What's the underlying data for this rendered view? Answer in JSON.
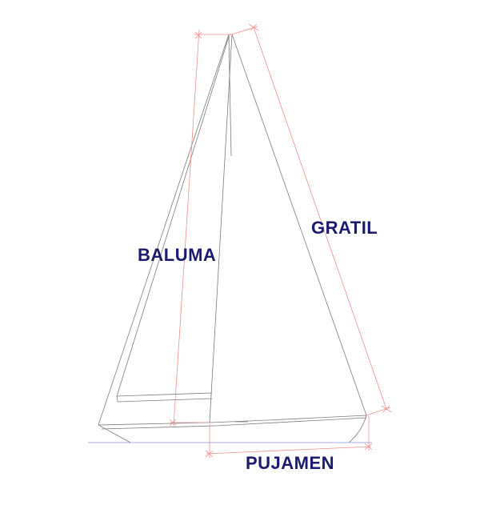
{
  "labels": {
    "gratil": "GRATIL",
    "baluma": "BALUMA",
    "pujamen": "PUJAMEN"
  },
  "colors": {
    "label": "#1a1a6e",
    "outline": "#7a7a7a",
    "dimension": "#f28c8c",
    "waterline": "#a9a9e8",
    "background": "#ffffff"
  }
}
